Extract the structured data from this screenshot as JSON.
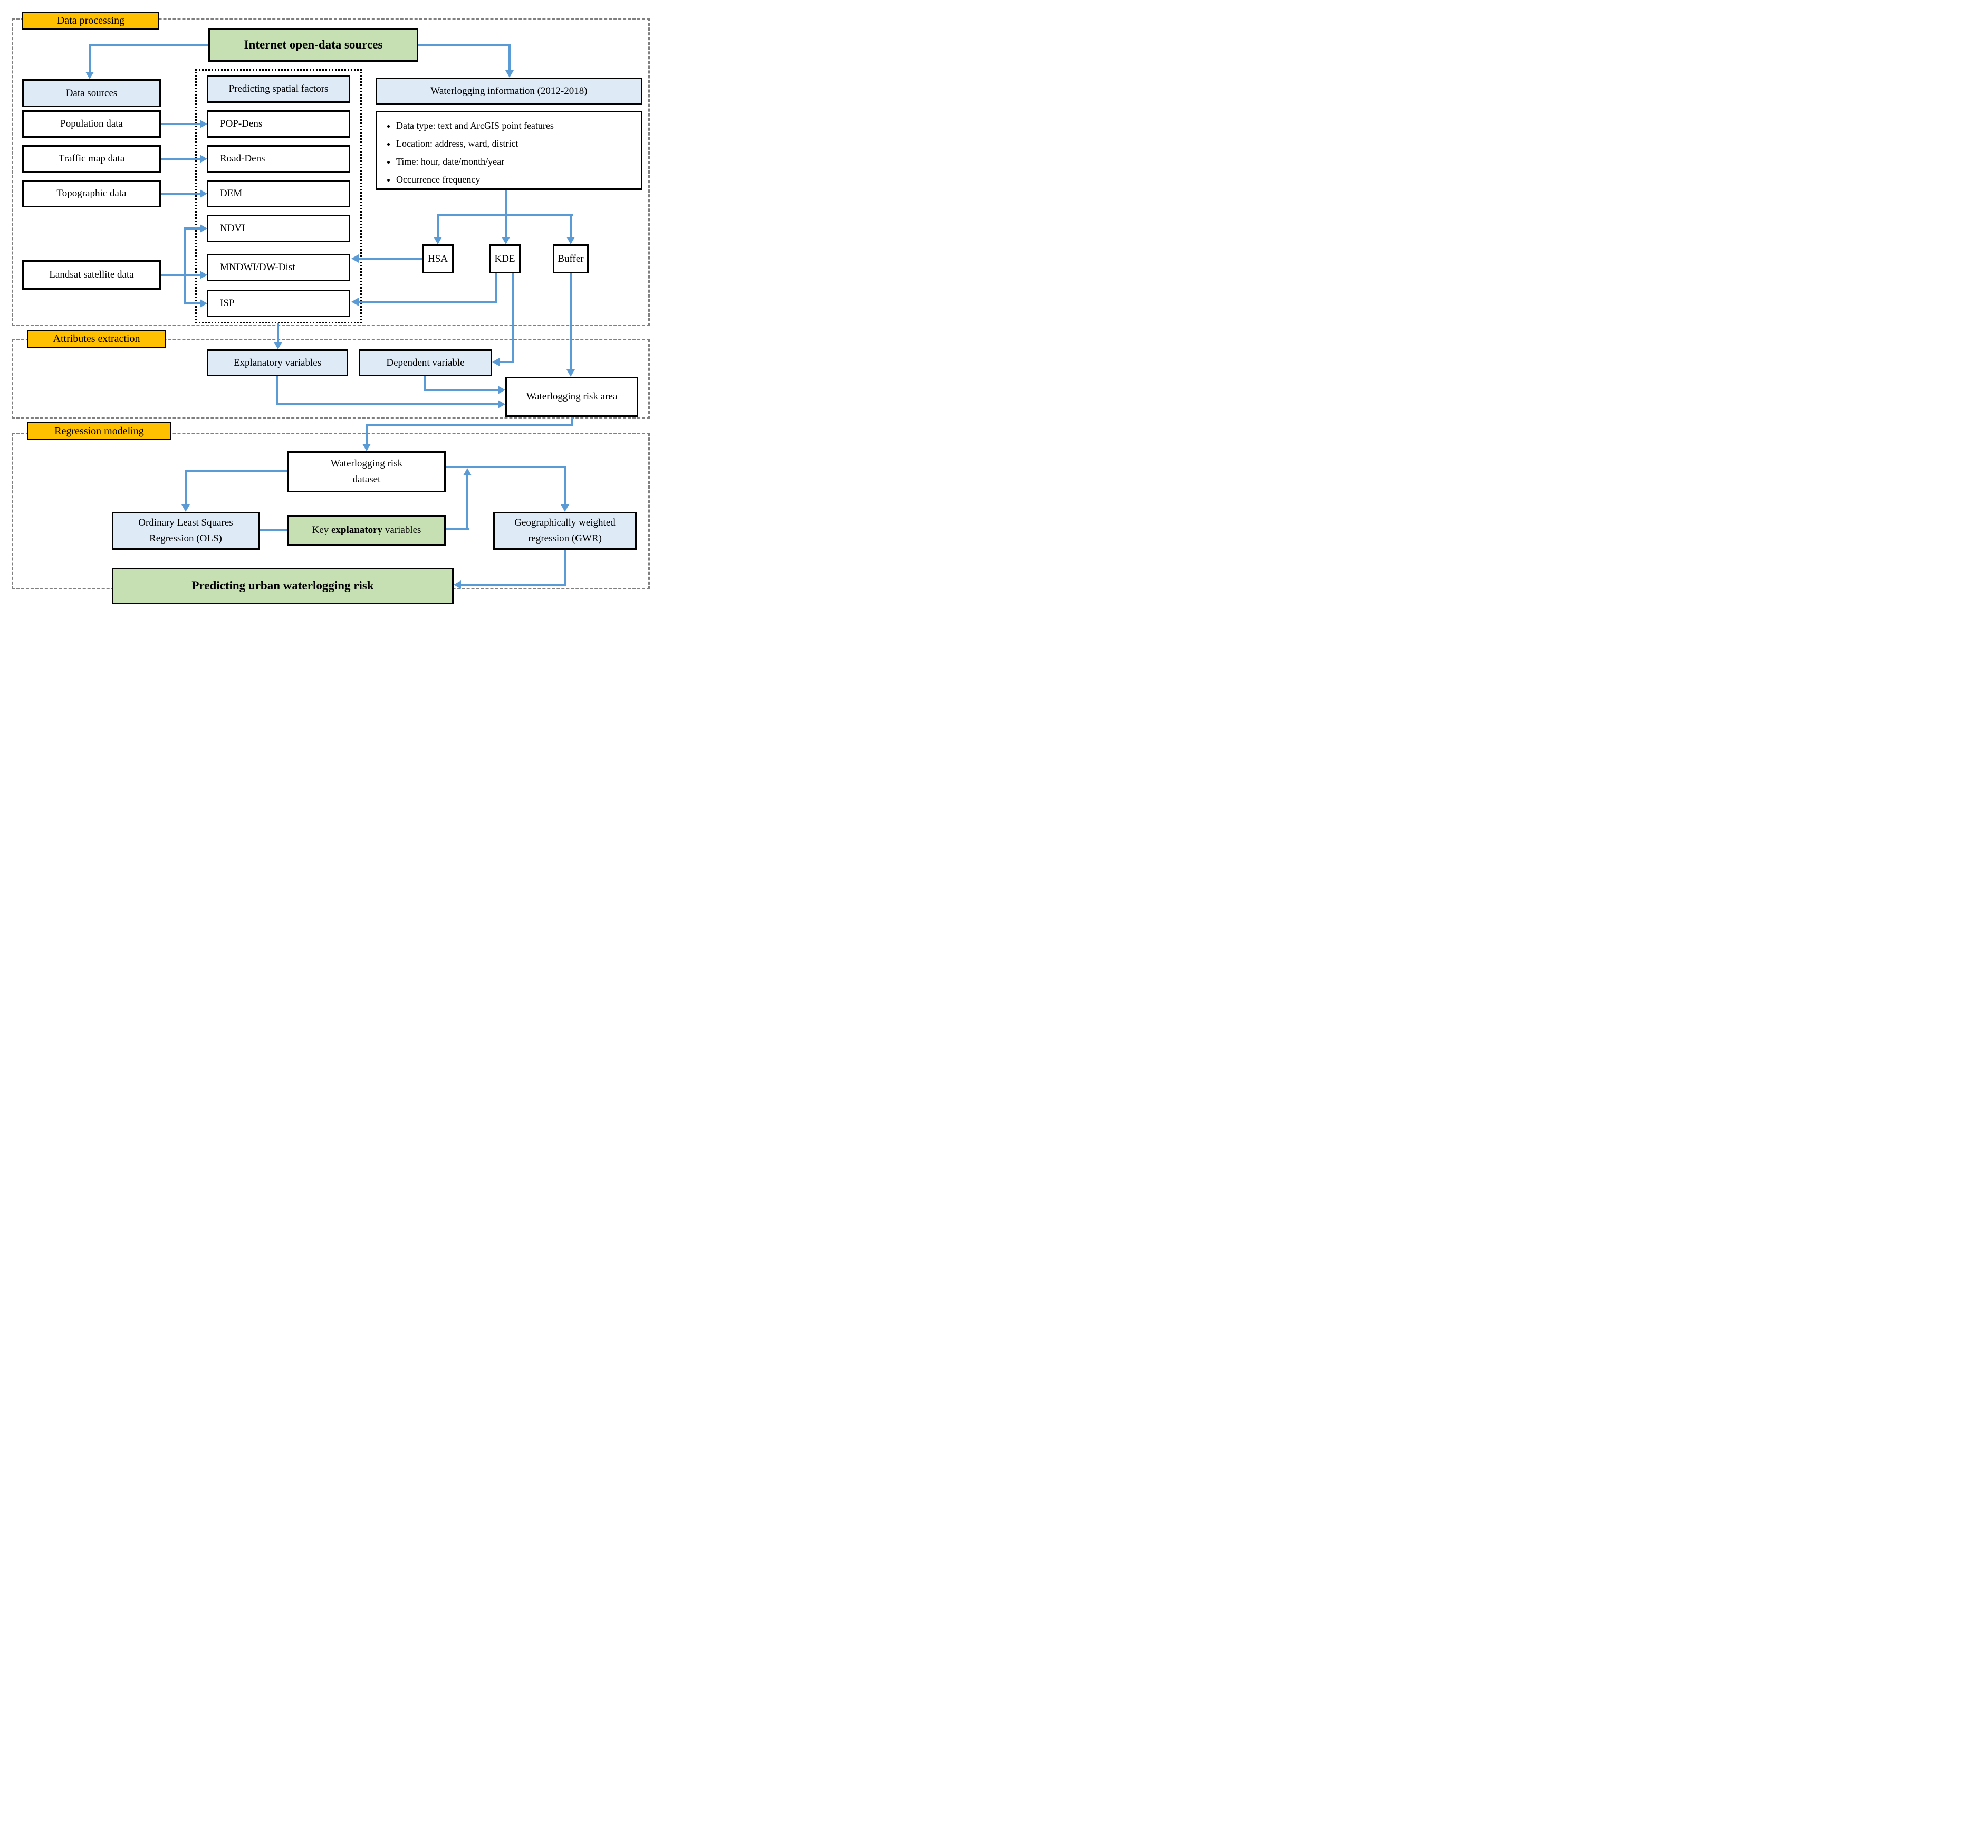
{
  "sections": {
    "data_processing": "Data processing",
    "attributes_extraction": "Attributes extraction",
    "regression_modeling": "Regression modeling"
  },
  "nodes": {
    "internet": "Internet open-data sources",
    "data_sources_header": "Data sources",
    "population": "Population data",
    "traffic": "Traffic map data",
    "topographic": "Topographic data",
    "landsat": "Landsat satellite data",
    "factors_header": "Predicting spatial factors",
    "pop_dens": "POP-Dens",
    "road_dens": "Road-Dens",
    "dem": "DEM",
    "ndvi": "NDVI",
    "mndwi": "MNDWI/DW-Dist",
    "isp": "ISP",
    "waterlogging_info_header": "Waterlogging information (2012-2018)",
    "info_items": [
      "Data type: text and ArcGIS point features",
      "Location: address, ward, district",
      "Time: hour, date/month/year",
      "Occurrence frequency"
    ],
    "hsa": "HSA",
    "kde": "KDE",
    "buffer": "Buffer",
    "explanatory": "Explanatory variables",
    "dependent": "Dependent variable",
    "risk_area": "Waterlogging risk area",
    "dataset_line1": "Waterlogging risk",
    "dataset_line2": "dataset",
    "ols_line1": "Ordinary Least Squares",
    "ols_line2": "Regression (OLS)",
    "key_prefix": "Key ",
    "key_bold": "explanatory",
    "key_suffix": " variables",
    "gwr_line1": "Geographically weighted",
    "gwr_line2": "regression (GWR)",
    "predicting": "Predicting urban waterlogging risk"
  },
  "colors": {
    "orange": "#FFC000",
    "light_blue": "#DEEBF7",
    "green": "#C6E0B4",
    "arrow_blue": "#5B9BD5",
    "section_border_gray": "#7F7F7F"
  }
}
